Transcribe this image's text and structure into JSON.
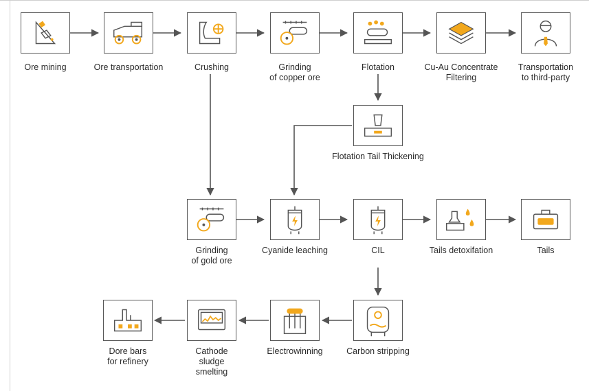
{
  "colors": {
    "stroke": "#555555",
    "accent": "#f2a81d",
    "arrow": "#555555"
  },
  "nodes": {
    "ore_mining": {
      "lines": [
        "Ore mining"
      ],
      "icon": "ore-mining-icon"
    },
    "ore_transport": {
      "lines": [
        "Ore transportation"
      ],
      "icon": "mining-truck-icon"
    },
    "crushing": {
      "lines": [
        "Crushing"
      ],
      "icon": "crusher-icon"
    },
    "grinding_copper": {
      "lines": [
        "Grinding",
        "of copper ore"
      ],
      "icon": "grinding-mill-icon"
    },
    "flotation": {
      "lines": [
        "Flotation"
      ],
      "icon": "flotation-icon"
    },
    "cu_au_filtering": {
      "lines": [
        "Cu-Au Concentrate",
        "Filtering"
      ],
      "icon": "filter-layers-icon"
    },
    "transport_third": {
      "lines": [
        "Transportation",
        "to third-party"
      ],
      "icon": "person-buyer-icon"
    },
    "tail_thickening": {
      "lines": [
        "Flotation Tail Thickening"
      ],
      "icon": "thickener-icon"
    },
    "grinding_gold": {
      "lines": [
        "Grinding",
        "of gold ore"
      ],
      "icon": "grinding-mill-icon"
    },
    "cyanide_leaching": {
      "lines": [
        "Cyanide leaching"
      ],
      "icon": "leach-tank-icon"
    },
    "cil": {
      "lines": [
        "CIL"
      ],
      "icon": "cil-tank-icon"
    },
    "tails_detox": {
      "lines": [
        "Tails detoxifation"
      ],
      "icon": "detox-drops-icon"
    },
    "tails": {
      "lines": [
        "Tails"
      ],
      "icon": "tailings-pond-icon"
    },
    "carbon_stripping": {
      "lines": [
        "Carbon stripping"
      ],
      "icon": "stripping-vessel-icon"
    },
    "electrowinning": {
      "lines": [
        "Electrowinning"
      ],
      "icon": "electrowinning-cell-icon"
    },
    "cathode_smelting": {
      "lines": [
        "Cathode",
        "sludge",
        "smelting"
      ],
      "icon": "smelting-meter-icon"
    },
    "dore_bars": {
      "lines": [
        "Dore bars",
        "for refinery"
      ],
      "icon": "refinery-icon"
    }
  }
}
